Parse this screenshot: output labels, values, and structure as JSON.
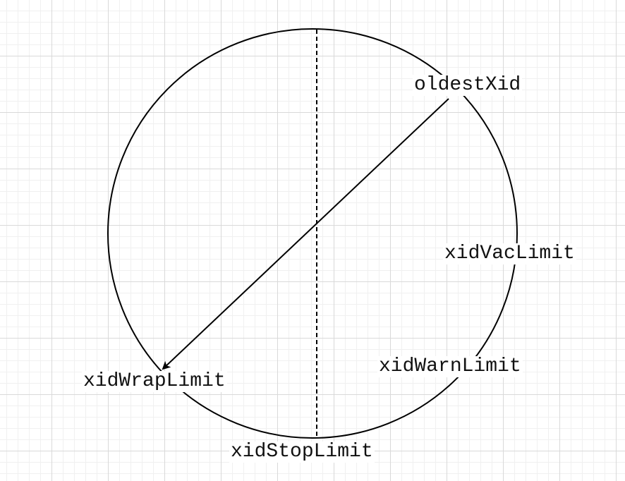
{
  "labels": {
    "oldest_xid": "oldestXid",
    "xid_vac_limit": "xidVacLimit",
    "xid_warn_limit": "xidWarnLimit",
    "xid_wrap_limit": "xidWrapLimit",
    "xid_stop_limit": "xidStopLimit"
  },
  "colors": {
    "stroke": "#000000",
    "grid_major": "#d9d9d9",
    "grid_minor": "#f0f0f0",
    "background": "#ffffff"
  }
}
